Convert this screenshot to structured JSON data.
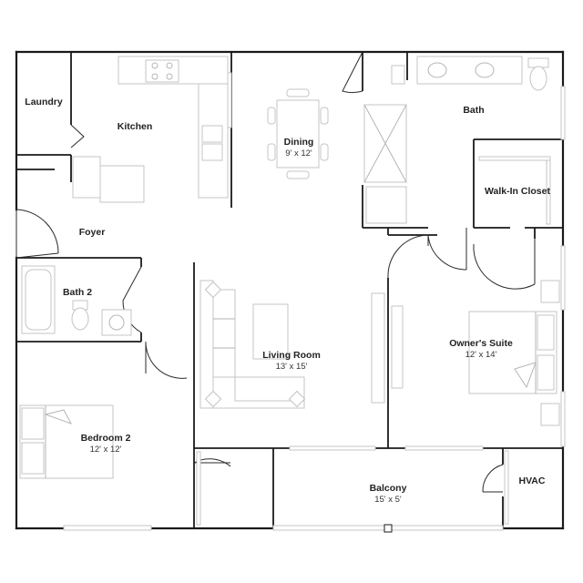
{
  "rooms": {
    "laundry": {
      "name": "Laundry"
    },
    "kitchen": {
      "name": "Kitchen"
    },
    "dining": {
      "name": "Dining",
      "dims": "9' x 12'"
    },
    "bath": {
      "name": "Bath"
    },
    "walk_in_closet": {
      "name": "Walk-In Closet"
    },
    "foyer": {
      "name": "Foyer"
    },
    "bath2": {
      "name": "Bath 2"
    },
    "living_room": {
      "name": "Living Room",
      "dims": "13' x 15'"
    },
    "owners_suite": {
      "name": "Owner's Suite",
      "dims": "12' x 14'"
    },
    "bedroom2": {
      "name": "Bedroom 2",
      "dims": "12' x 12'"
    },
    "balcony": {
      "name": "Balcony",
      "dims": "15' x 5'"
    },
    "hvac": {
      "name": "HVAC"
    }
  }
}
